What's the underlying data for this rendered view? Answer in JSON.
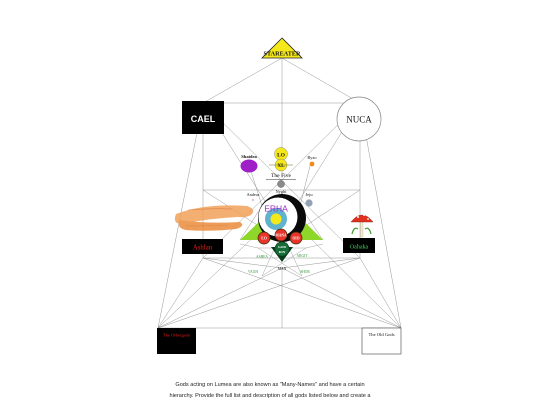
{
  "diagram": {
    "top": "STAREATER",
    "cael": "CAEL",
    "nuca": "NUCA",
    "shaidea": "Shaidea",
    "lo": "LO",
    "xl": "XL",
    "the_five": "The Five",
    "byzo": "Byzo",
    "nyght": "Nyght",
    "andeus": "Andeus",
    "jeju": "Jeju",
    "erha": "ERHA",
    "ashlan": "Ashlan",
    "oahaka": "Oahaka",
    "left_small": "F.O",
    "mana": "MANA",
    "right_small": "OIO",
    "godkin": "GOD KIN",
    "god_word": "GOD",
    "kin_word": "KIN",
    "ashea": "ASHEA",
    "argit": "ARGIT",
    "vaxh": "VAXH",
    "shor": "SHOR",
    "man": "MAN",
    "other_gods": "The Othergods",
    "old_gods": "The Old Gods"
  },
  "caption": {
    "line1": "Gods acting on Lumea are also known as \"Many-Names\" and have a certain",
    "line2": "hierarchy. Provide the full list and description of all gods listed below and create a"
  },
  "colors": {
    "apex_yellow": "#f5e81a",
    "shaidea_purple": "#a020c8",
    "erha_purple": "#9a2ac0",
    "green_triangle": "#8fd62a",
    "ashlan_red": "#e0201a",
    "oahaka_green": "#3fd060",
    "old_gods_border": "#444444"
  }
}
